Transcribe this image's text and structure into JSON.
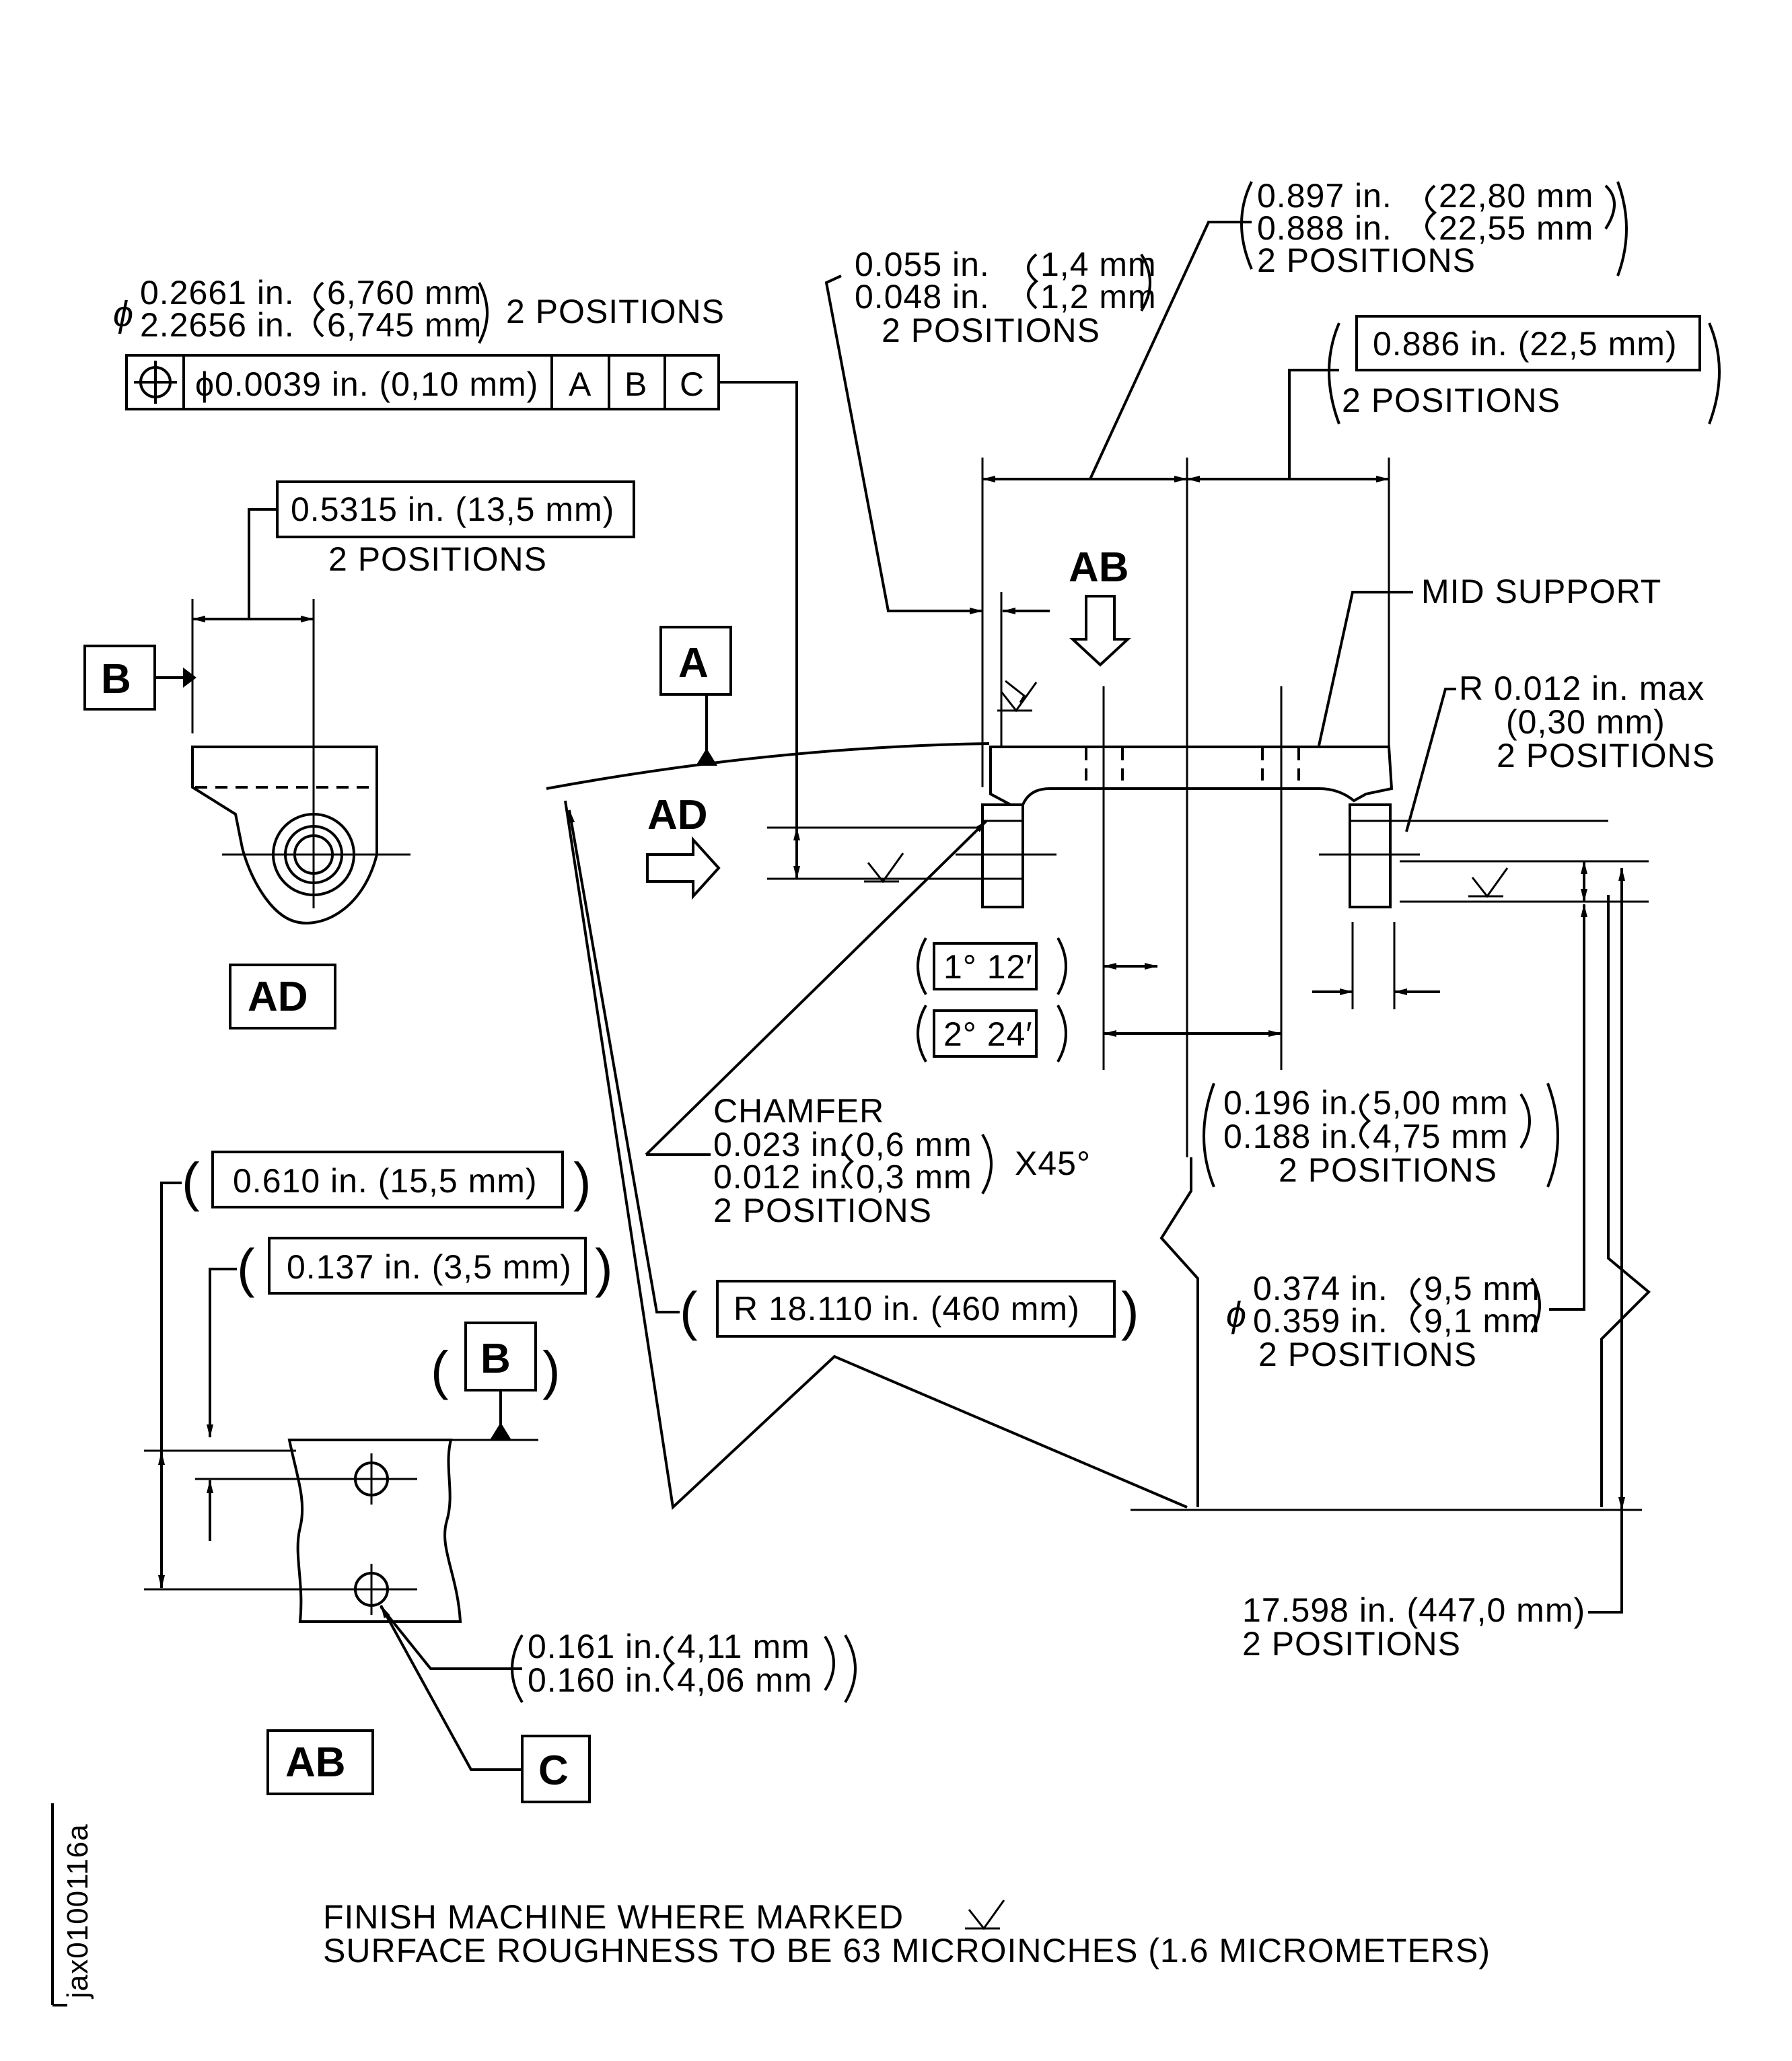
{
  "diagram": {
    "figure_id": "jax0100116a",
    "note_line1": "FINISH MACHINE WHERE MARKED",
    "note_line2": "SURFACE ROUGHNESS TO BE 63 MICROINCHES (1.6 MICROMETERS)",
    "views": {
      "ad": "AD",
      "ab": "AB",
      "arrow_ab": "AB",
      "arrow_ad": "AD"
    },
    "datums": {
      "a": "A",
      "b": "B",
      "b_ref": "B",
      "c": "C"
    },
    "hole_dia": {
      "symbol": "ϕ",
      "in_max": "0.2661 in.",
      "in_min": "2.2656 in.",
      "mm_max": "6,760 mm",
      "mm_min": "6,745 mm",
      "positions": "2 POSITIONS"
    },
    "position_frame": {
      "tolerance": "ϕ0.0039 in. (0,10 mm)",
      "datum1": "A",
      "datum2": "B",
      "datum3": "C"
    },
    "dim_5315": {
      "value": "0.5315 in. (13,5 mm)",
      "positions": "2 POSITIONS"
    },
    "flange": {
      "in_max": "0.055 in.",
      "in_min": "0.048 in.",
      "mm_max": "1,4 mm",
      "mm_min": "1,2 mm",
      "positions": "2 POSITIONS"
    },
    "dim_897": {
      "in_max": "0.897 in.",
      "in_min": "0.888 in.",
      "mm_max": "22,80 mm",
      "mm_min": "22,55 mm",
      "positions": "2 POSITIONS"
    },
    "dim_886": {
      "value": "0.886 in. (22,5 mm)",
      "positions": "2 POSITIONS"
    },
    "mid_support": "MID SUPPORT",
    "radius_012": {
      "line1": "R 0.012 in. max",
      "line2": "(0,30 mm)",
      "positions": "2 POSITIONS"
    },
    "angle_1": "1° 12′",
    "angle_2": "2° 24′",
    "chamfer": {
      "title": "CHAMFER",
      "in_max": "0.023 in.",
      "in_min": "0.012 in.",
      "mm_max": "0,6 mm",
      "mm_min": "0,3 mm",
      "x45": "X45°",
      "positions": "2 POSITIONS"
    },
    "dim_196": {
      "in_max": "0.196 in.",
      "in_min": "0.188 in.",
      "mm_max": "5,00 mm",
      "mm_min": "4,75 mm",
      "positions": "2 POSITIONS"
    },
    "dim_610": "0.610 in. (15,5 mm)",
    "dim_137": "0.137 in. (3,5 mm)",
    "radius_18110": "R 18.110 in. (460 mm)",
    "dim_374": {
      "symbol": "ϕ",
      "in_max": "0.374 in.",
      "in_min": "0.359 in.",
      "mm_max": "9,5 mm",
      "mm_min": "9,1 mm",
      "positions": "2 POSITIONS"
    },
    "dim_161": {
      "in_max": "0.161 in.",
      "in_min": "0.160 in.",
      "mm_max": "4,11 mm",
      "mm_min": "4,06 mm"
    },
    "dim_17598": {
      "value": "17.598 in. (447,0 mm)",
      "positions": "2 POSITIONS"
    }
  }
}
